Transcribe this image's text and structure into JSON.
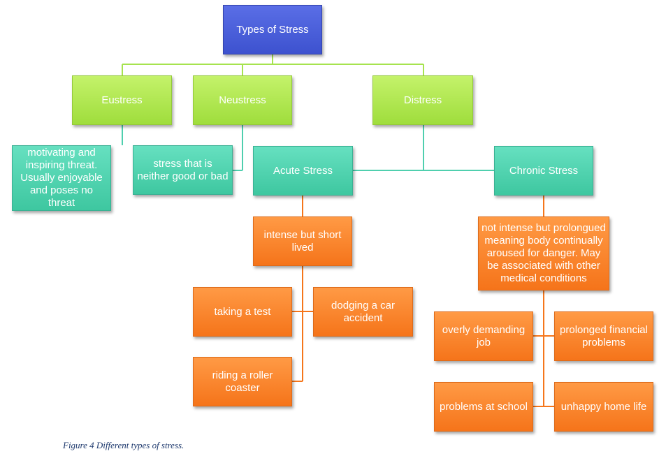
{
  "colors": {
    "root": "#4a5fe0",
    "level1": "#b1e84f",
    "level2": "#52d4ae",
    "level3": "#f7801f",
    "connector_green": "#a6e34f",
    "connector_teal": "#4fcfae",
    "connector_orange": "#f5761b"
  },
  "nodes": {
    "root": "Types of Stress",
    "eustress": "Eustress",
    "neustress": "Neustress",
    "distress": "Distress",
    "eustress_desc": "motivating and inspiring threat. Usually enjoyable and poses no threat",
    "neustress_desc": "stress that is neither good or bad",
    "acute": "Acute Stress",
    "chronic": "Chronic Stress",
    "acute_desc": "intense but short lived",
    "chronic_desc": "not intense but prolongued meaning body continually aroused for danger.  May be associated with other medical conditions",
    "acute_examples": [
      "taking a test",
      "dodging a car accident",
      "riding a roller coaster"
    ],
    "chronic_examples": [
      "overly demanding job",
      "prolonged financial problems",
      "problems at school",
      "unhappy home life"
    ]
  },
  "caption": "Figure 4 Different types of stress."
}
